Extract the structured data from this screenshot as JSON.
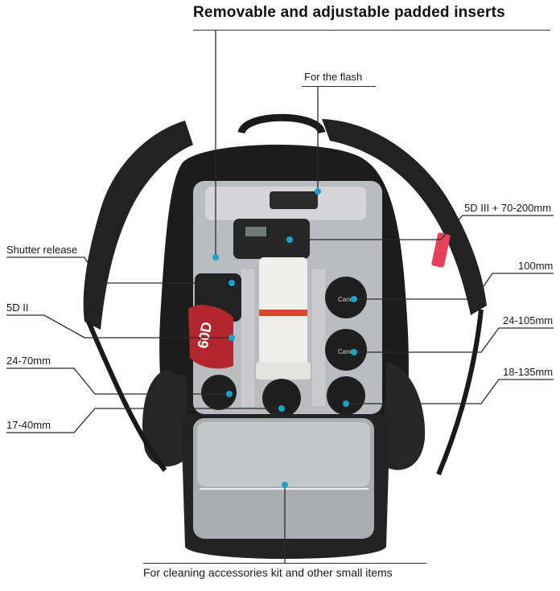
{
  "headline": "Removable and adjustable padded inserts",
  "callouts": {
    "flash": "For the flash",
    "shutter_release": "Shutter release",
    "camera_5d2": "5D II",
    "lens_24_70": "24-70mm",
    "lens_17_40": "17-40mm",
    "camera_5d3": "5D III + 70-200mm",
    "lens_100": "100mm",
    "lens_24_105": "24-105mm",
    "lens_18_135": "18-135mm",
    "cleaning_kit": "For cleaning accessories kit and other small items"
  },
  "product_photo": {
    "subject": "camera-backpack",
    "lens_brand_marks": [
      "Canon",
      "Canon"
    ],
    "camera_badge": "60D",
    "colors": {
      "bag": "#1c1c1c",
      "lining": "#b9bcc0",
      "accent_strap": "#e8405a",
      "marker_dot": "#1aa3c9"
    }
  }
}
